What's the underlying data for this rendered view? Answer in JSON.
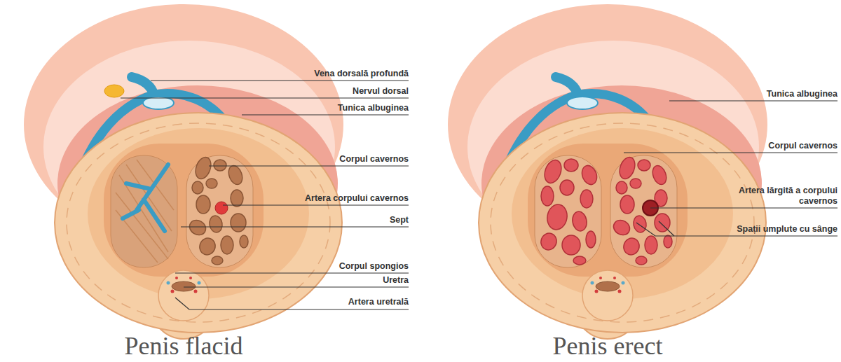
{
  "diagram": {
    "labels": [
      "Vena dorsală profundă",
      "Nervul dorsal",
      "Tunica albuginea",
      "Corpul cavernos",
      "Artera corpului cavernos",
      "Sept",
      "Corpul spongios",
      "Uretra",
      "Artera uretrală",
      "Penis flacid",
      "Tunica albuginea",
      "Corpul cavernos",
      "Artera lărgită a corpului cavernos",
      "Spații umplute cu sânge",
      "Penis erect"
    ]
  }
}
